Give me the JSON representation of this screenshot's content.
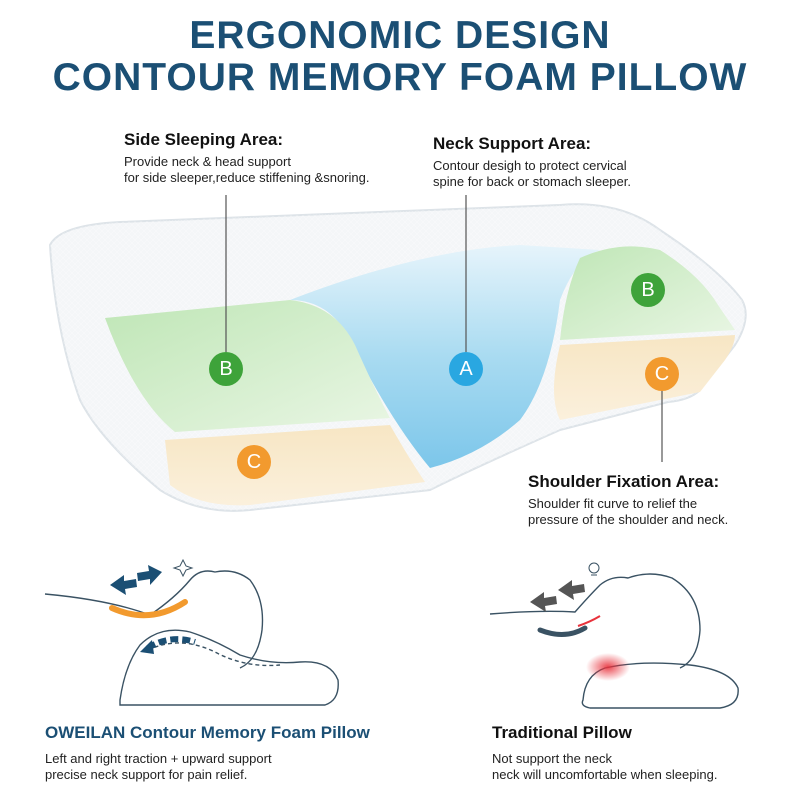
{
  "header": {
    "line1": "ERGONOMIC DESIGN",
    "line2": "CONTOUR MEMORY FOAM PILLOW"
  },
  "callouts": {
    "side": {
      "title": "Side Sleeping Area:",
      "desc1": "Provide neck & head support",
      "desc2": "for side sleeper,reduce stiffening &snoring."
    },
    "neck": {
      "title": "Neck Support Area:",
      "desc1": "Contour desigh to protect cervical",
      "desc2": "spine for back or stomach sleeper."
    },
    "shoulder": {
      "title": "Shoulder Fixation Area:",
      "desc1": "Shoulder fit curve to relief the",
      "desc2": "pressure of the shoulder and neck."
    }
  },
  "markers": {
    "a": "A",
    "b": "B",
    "c": "C"
  },
  "comparison": {
    "left": {
      "title": "OWEILAN Contour Memory Foam Pillow",
      "desc1": "Left and right traction + upward support",
      "desc2": "precise neck support for pain relief."
    },
    "right": {
      "title": "Traditional Pillow",
      "desc1": "Not support the neck",
      "desc2": "neck will uncomfortable when sleeping."
    }
  },
  "colors": {
    "title": "#1b4f74",
    "zone_a": "#8fcbe8",
    "zone_b": "#a8dba0",
    "zone_c": "#f3dcae",
    "marker_a": "#29a7e1",
    "marker_b": "#3ea33a",
    "marker_c": "#f29a2e",
    "left_title": "#1b4f74",
    "arrow": "#1b4f74",
    "pain": "#e8323c"
  }
}
